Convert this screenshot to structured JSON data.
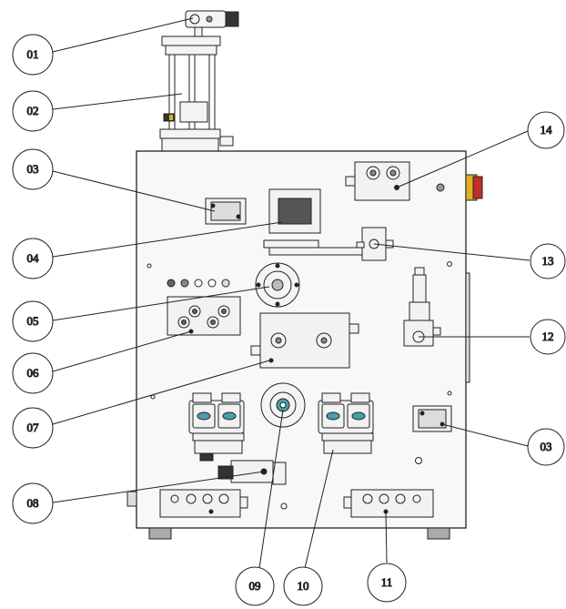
{
  "callouts": [
    {
      "id": "c01",
      "label": "01"
    },
    {
      "id": "c02",
      "label": "02"
    },
    {
      "id": "c03a",
      "label": "03"
    },
    {
      "id": "c04",
      "label": "04"
    },
    {
      "id": "c05",
      "label": "05"
    },
    {
      "id": "c06",
      "label": "06"
    },
    {
      "id": "c07",
      "label": "07"
    },
    {
      "id": "c08",
      "label": "08"
    },
    {
      "id": "c09",
      "label": "09"
    },
    {
      "id": "c10",
      "label": "10"
    },
    {
      "id": "c11",
      "label": "11"
    },
    {
      "id": "c12",
      "label": "12"
    },
    {
      "id": "c13",
      "label": "13"
    },
    {
      "id": "c14",
      "label": "14"
    },
    {
      "id": "c03b",
      "label": "03"
    }
  ],
  "colors": {
    "line": "#222222",
    "panel_fill": "#f6f6f6",
    "gauge_teal": "#4aa0a8",
    "accent_red": "#c0302a",
    "accent_yellow": "#e0b020",
    "dark_part": "#333333"
  }
}
